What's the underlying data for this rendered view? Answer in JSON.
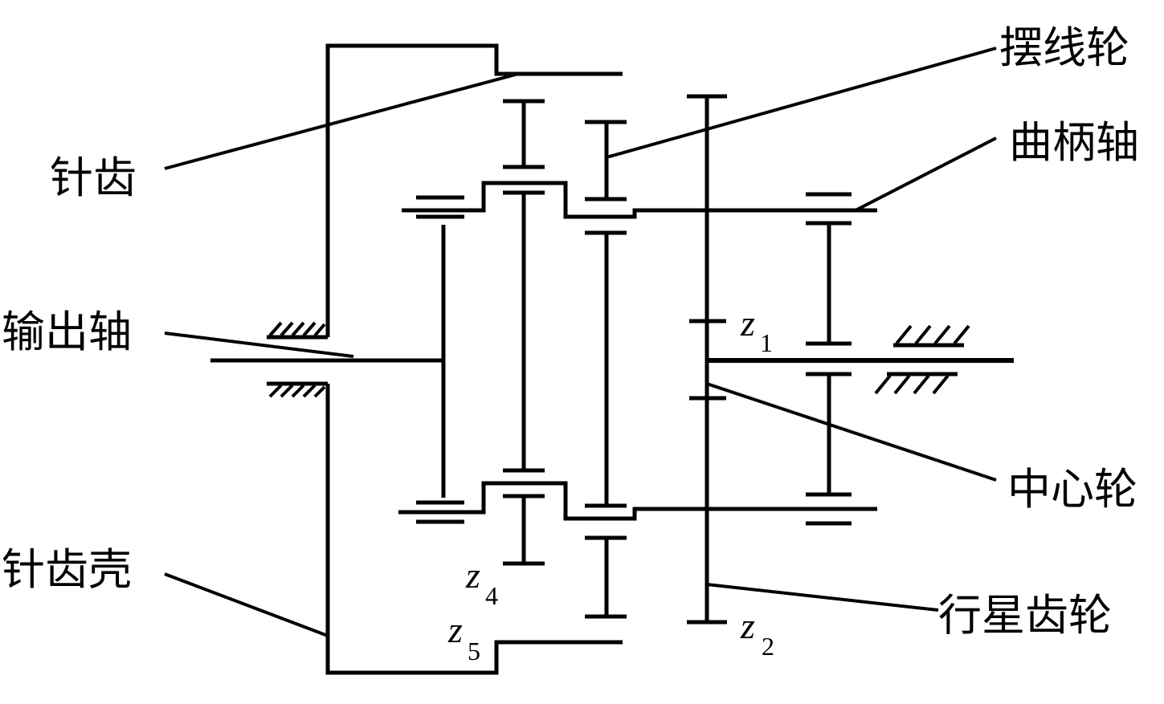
{
  "labels": {
    "pendulum_wheel": "摆线轮",
    "crankshaft": "曲柄轴",
    "pin_teeth": "针齿",
    "output_shaft": "输出轴",
    "center_wheel": "中心轮",
    "pin_housing": "针齿壳",
    "planet_gear": "行星齿轮"
  },
  "gear_symbols": {
    "z1": {
      "base": "z",
      "sub": "1"
    },
    "z2": {
      "base": "z",
      "sub": "2"
    },
    "z4": {
      "base": "z",
      "sub": "4"
    },
    "z5": {
      "base": "z",
      "sub": "5"
    }
  }
}
